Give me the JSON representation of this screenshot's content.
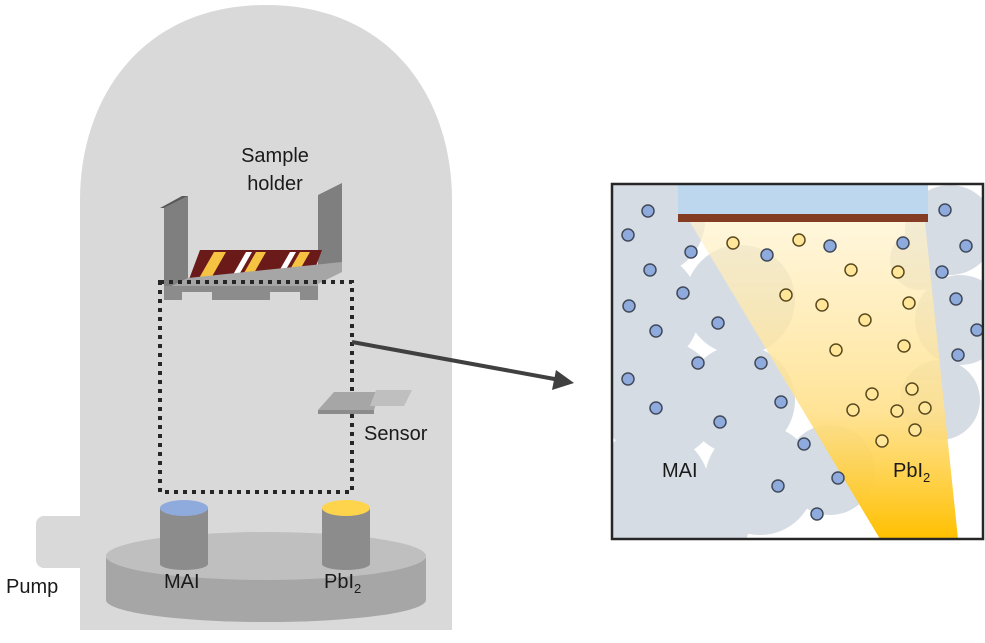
{
  "labels": {
    "sample_holder_line1": "Sample",
    "sample_holder_line2": "holder",
    "sensor": "Sensor",
    "pump": "Pump",
    "source_mai": "MAI",
    "source_pbi2_base": "PbI",
    "source_pbi2_sub": "2",
    "inset_mai": "MAI",
    "inset_pbi2_base": "PbI",
    "inset_pbi2_sub": "2"
  },
  "colors": {
    "chamber": "#d9d9d9",
    "chamber_base": "#a6a6a6",
    "crucible": "#8c8c8c",
    "mai_source": "#8faadc",
    "pbi2_source": "#ffd44d",
    "holder": "#7f7f7f",
    "substrate": "#6b1a1a",
    "electrode": "#f5c242",
    "inset_cloud": "#d6dce4",
    "inset_substrate": "#bdd7ee",
    "inset_film": "#843c24",
    "mai_molecule": "#8faadc",
    "pbi2_molecule": "#ffe699",
    "arrow": "#404040"
  }
}
